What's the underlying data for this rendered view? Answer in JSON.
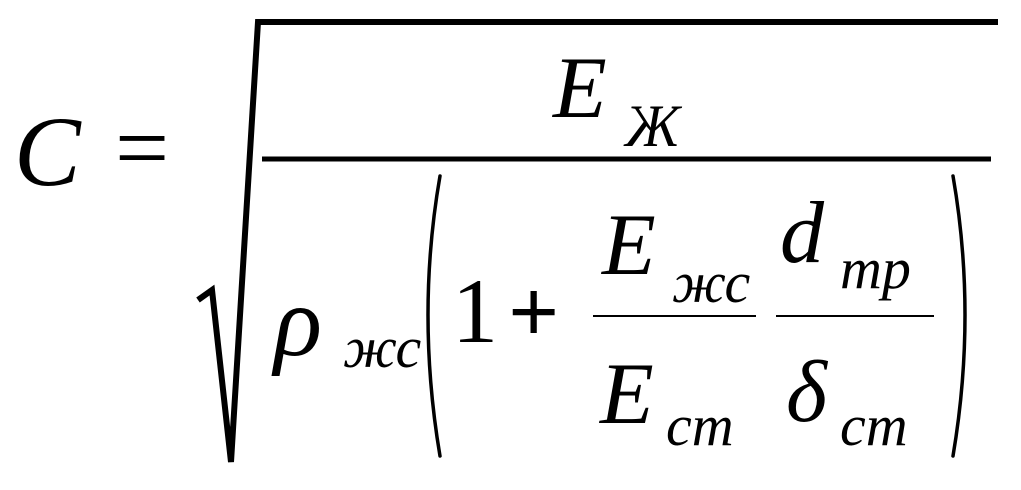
{
  "formula": {
    "lhs": "C",
    "equals": "=",
    "numerator": {
      "symbol": "E",
      "subscript": "Ж"
    },
    "denominator": {
      "rho": "ρ",
      "rho_subscript": "жс",
      "paren_open": "(",
      "paren_close": ")",
      "one": "1",
      "plus": "+",
      "ratio1": {
        "top_symbol": "E",
        "top_subscript": "жс",
        "bottom_symbol": "E",
        "bottom_subscript": "ст"
      },
      "ratio2": {
        "top_symbol": "d",
        "top_subscript": "тр",
        "bottom_symbol": "δ",
        "bottom_subscript": "ст"
      }
    }
  }
}
